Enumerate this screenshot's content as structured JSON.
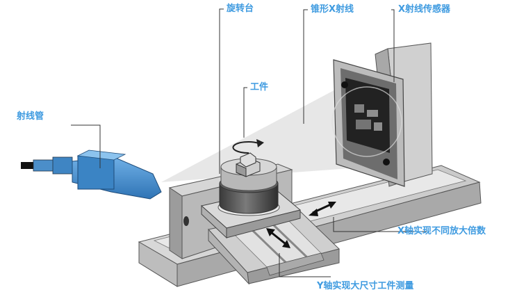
{
  "labels": {
    "ray_tube": "射线管",
    "rotary_stage": "旋转台",
    "workpiece": "工件",
    "cone_xray": "锥形X射线",
    "xray_sensor": "X射线传感器",
    "x_axis": "X轴实现不同放大倍数",
    "y_axis": "Y轴实现大尺寸工件测量"
  },
  "colors": {
    "label": "#3f9be0",
    "tube_blue": "#3d86c6",
    "leader": "#333333"
  }
}
